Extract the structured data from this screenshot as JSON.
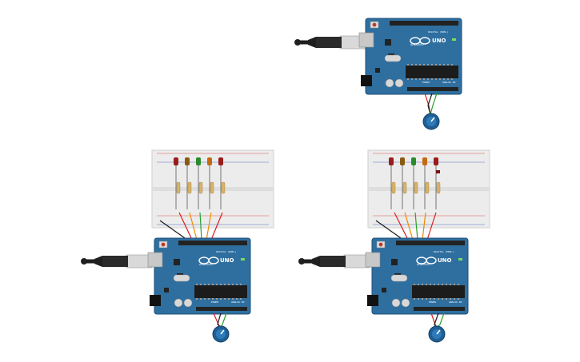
{
  "boards": {
    "logo_text": "UNO",
    "brand_text": "ARDUINO",
    "digital_label": "DIGITAL (PWM~)",
    "power_label": "POWER",
    "analog_label": "ANALOG IN",
    "on_label": "ON"
  },
  "colors": {
    "board": "#2e6fa0",
    "board_edge": "#1f4f78",
    "breadboard": "#ececec",
    "wire_red": "#e01c1c",
    "wire_green": "#2aa02a",
    "wire_orange": "#f08a00",
    "wire_black": "#1a1a1a",
    "led_red": "#9a1c1c",
    "led_brown": "#8a5a12",
    "led_green": "#2b8a2b",
    "led_orange": "#c56a10",
    "potentiometer": "#1f5f95"
  },
  "led_sequence": [
    "led_red",
    "led_brown",
    "led_green",
    "led_orange",
    "led_red"
  ]
}
